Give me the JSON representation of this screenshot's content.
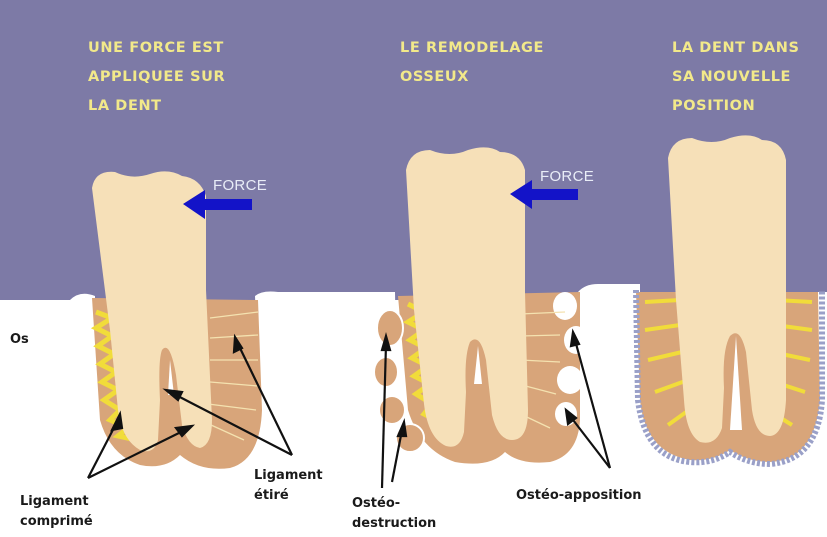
{
  "titles": {
    "force_applied": "UNE FORCE EST\nAPPLIQUEE SUR\nLA DENT",
    "remodeling": "LE REMODELAGE\nOSSEUX",
    "new_position": "LA DENT DANS\nSA NOUVELLE\nPOSITION"
  },
  "force_labels": [
    "FORCE",
    "FORCE"
  ],
  "labels": {
    "os": "Os",
    "ligament_compressed": "Ligament\ncomprimé",
    "ligament_stretched": "Ligament\nétiré",
    "osteo_destruction": "Ostéo-\ndestruction",
    "osteo_apposition": "Ostéo-apposition"
  },
  "colors": {
    "background_top": "#7d7aa6",
    "tooth": "#f6e0b8",
    "ligament": "#d8a57a",
    "spring": "#f1dc3a",
    "bone": "#ffffff",
    "arrow": "#1313c8",
    "title_text": "#f2e98a",
    "apposition_border": "#9aa0c8"
  }
}
